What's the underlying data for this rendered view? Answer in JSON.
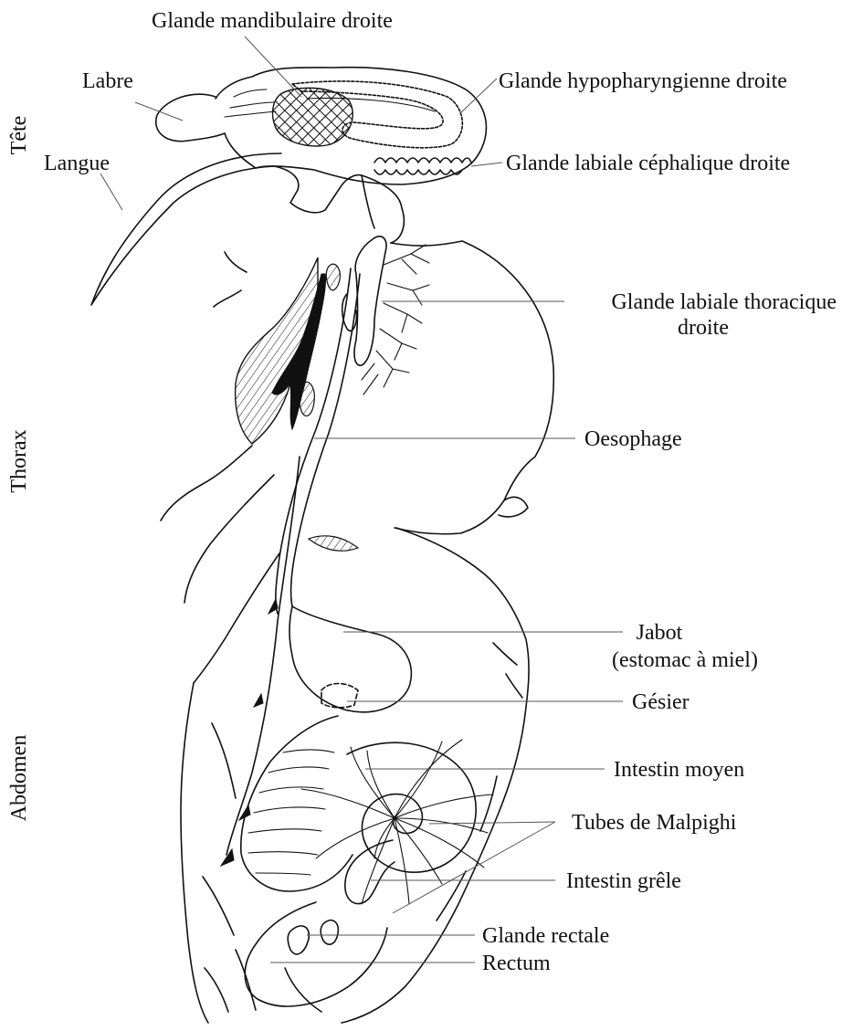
{
  "sections": {
    "head": "Tête",
    "thorax": "Thorax",
    "abdomen": "Abdomen"
  },
  "labels": {
    "mandibular_gland": "Glande mandibulaire droite",
    "labrum": "Labre",
    "hypopharyngeal_gland": "Glande hypopharyngienne droite",
    "tongue": "Langue",
    "cephalic_labial_gland": "Glande labiale céphalique droite",
    "thoracic_labial_gland_line1": "Glande labiale thoracique",
    "thoracic_labial_gland_line2": "droite",
    "oesophagus": "Oesophage",
    "crop_line1": "Jabot",
    "crop_line2": "(estomac à miel)",
    "gizzard": "Gésier",
    "midgut": "Intestin moyen",
    "malpighian_tubules": "Tubes de Malpighi",
    "small_intestine": "Intestin grêle",
    "rectal_gland": "Glande rectale",
    "rectum": "Rectum"
  }
}
